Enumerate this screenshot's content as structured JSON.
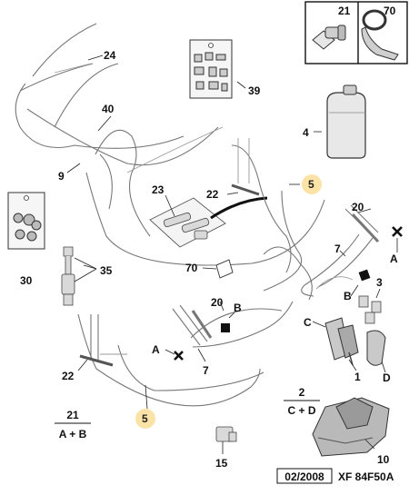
{
  "callouts": {
    "c1": "1",
    "c2": "2",
    "c3": "3",
    "c4": "4",
    "c5a": "5",
    "c5b": "5",
    "c7a": "7",
    "c7b": "7",
    "c9": "9",
    "c10": "10",
    "c15": "15",
    "c20a": "20",
    "c20b": "20",
    "c21": "21",
    "c22a": "22",
    "c22b": "22",
    "c23": "23",
    "c24": "24",
    "c30": "30",
    "c35": "35",
    "c39": "39",
    "c40": "40",
    "c70a": "70",
    "c70b": "70",
    "a1": "A",
    "a2": "A",
    "b1": "B",
    "b2": "B",
    "cC": "C",
    "cD": "D"
  },
  "fractions": {
    "f2_num": "2",
    "f2_den": "C + D",
    "f21_num": "21",
    "f21_den": "A + B"
  },
  "footer": {
    "date": "02/2008",
    "ref": "XF 84F50A"
  },
  "colors": {
    "highlight": "#fbe3a8",
    "line": "#777777",
    "ink": "#111111"
  }
}
